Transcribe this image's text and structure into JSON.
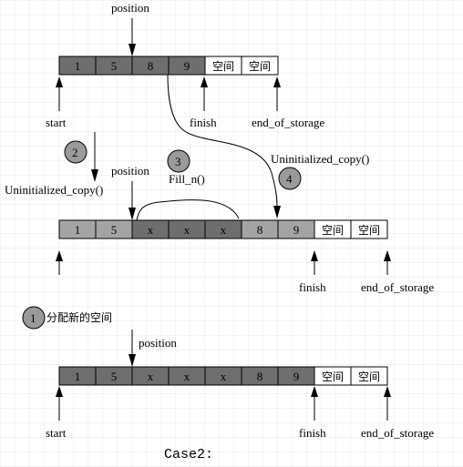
{
  "colors": {
    "dark_cell": "#6e6e6e",
    "mid_cell": "#a4a4a4",
    "empty_cell": "#ffffff",
    "circle_fill": "#9a9a9a",
    "stroke": "#000000"
  },
  "top_array": {
    "cells": [
      {
        "text": "1",
        "kind": "dark"
      },
      {
        "text": "5",
        "kind": "dark"
      },
      {
        "text": "8",
        "kind": "dark"
      },
      {
        "text": "9",
        "kind": "dark"
      },
      {
        "text": "空间",
        "kind": "empty"
      },
      {
        "text": "空间",
        "kind": "empty"
      }
    ],
    "position_label": "position",
    "start_label": "start",
    "finish_label": "finish",
    "end_of_storage_label": "end_of_storage"
  },
  "middle_array": {
    "cells": [
      {
        "text": "1",
        "kind": "mid"
      },
      {
        "text": "5",
        "kind": "mid"
      },
      {
        "text": "x",
        "kind": "dark"
      },
      {
        "text": "x",
        "kind": "dark"
      },
      {
        "text": "x",
        "kind": "dark"
      },
      {
        "text": "8",
        "kind": "mid"
      },
      {
        "text": "9",
        "kind": "mid"
      },
      {
        "text": "空间",
        "kind": "empty"
      },
      {
        "text": "空间",
        "kind": "empty"
      }
    ],
    "position_label": "position",
    "finish_label": "finish",
    "end_of_storage_label": "end_of_storage"
  },
  "bottom_array": {
    "cells": [
      {
        "text": "1",
        "kind": "dark"
      },
      {
        "text": "5",
        "kind": "dark"
      },
      {
        "text": "x",
        "kind": "dark"
      },
      {
        "text": "x",
        "kind": "dark"
      },
      {
        "text": "x",
        "kind": "dark"
      },
      {
        "text": "8",
        "kind": "dark"
      },
      {
        "text": "9",
        "kind": "dark"
      },
      {
        "text": "空间",
        "kind": "empty"
      },
      {
        "text": "空间",
        "kind": "empty"
      }
    ],
    "position_label": "position",
    "start_label": "start",
    "finish_label": "finish",
    "end_of_storage_label": "end_of_storage"
  },
  "steps": {
    "step1": {
      "number": "1",
      "label": "分配新的空间"
    },
    "step2": {
      "number": "2",
      "label": "Uninitialized_copy()"
    },
    "step3": {
      "number": "3",
      "label": "Fill_n()"
    },
    "step4": {
      "number": "4",
      "label": "Uninitialized_copy()"
    }
  },
  "caption": "Case2:"
}
